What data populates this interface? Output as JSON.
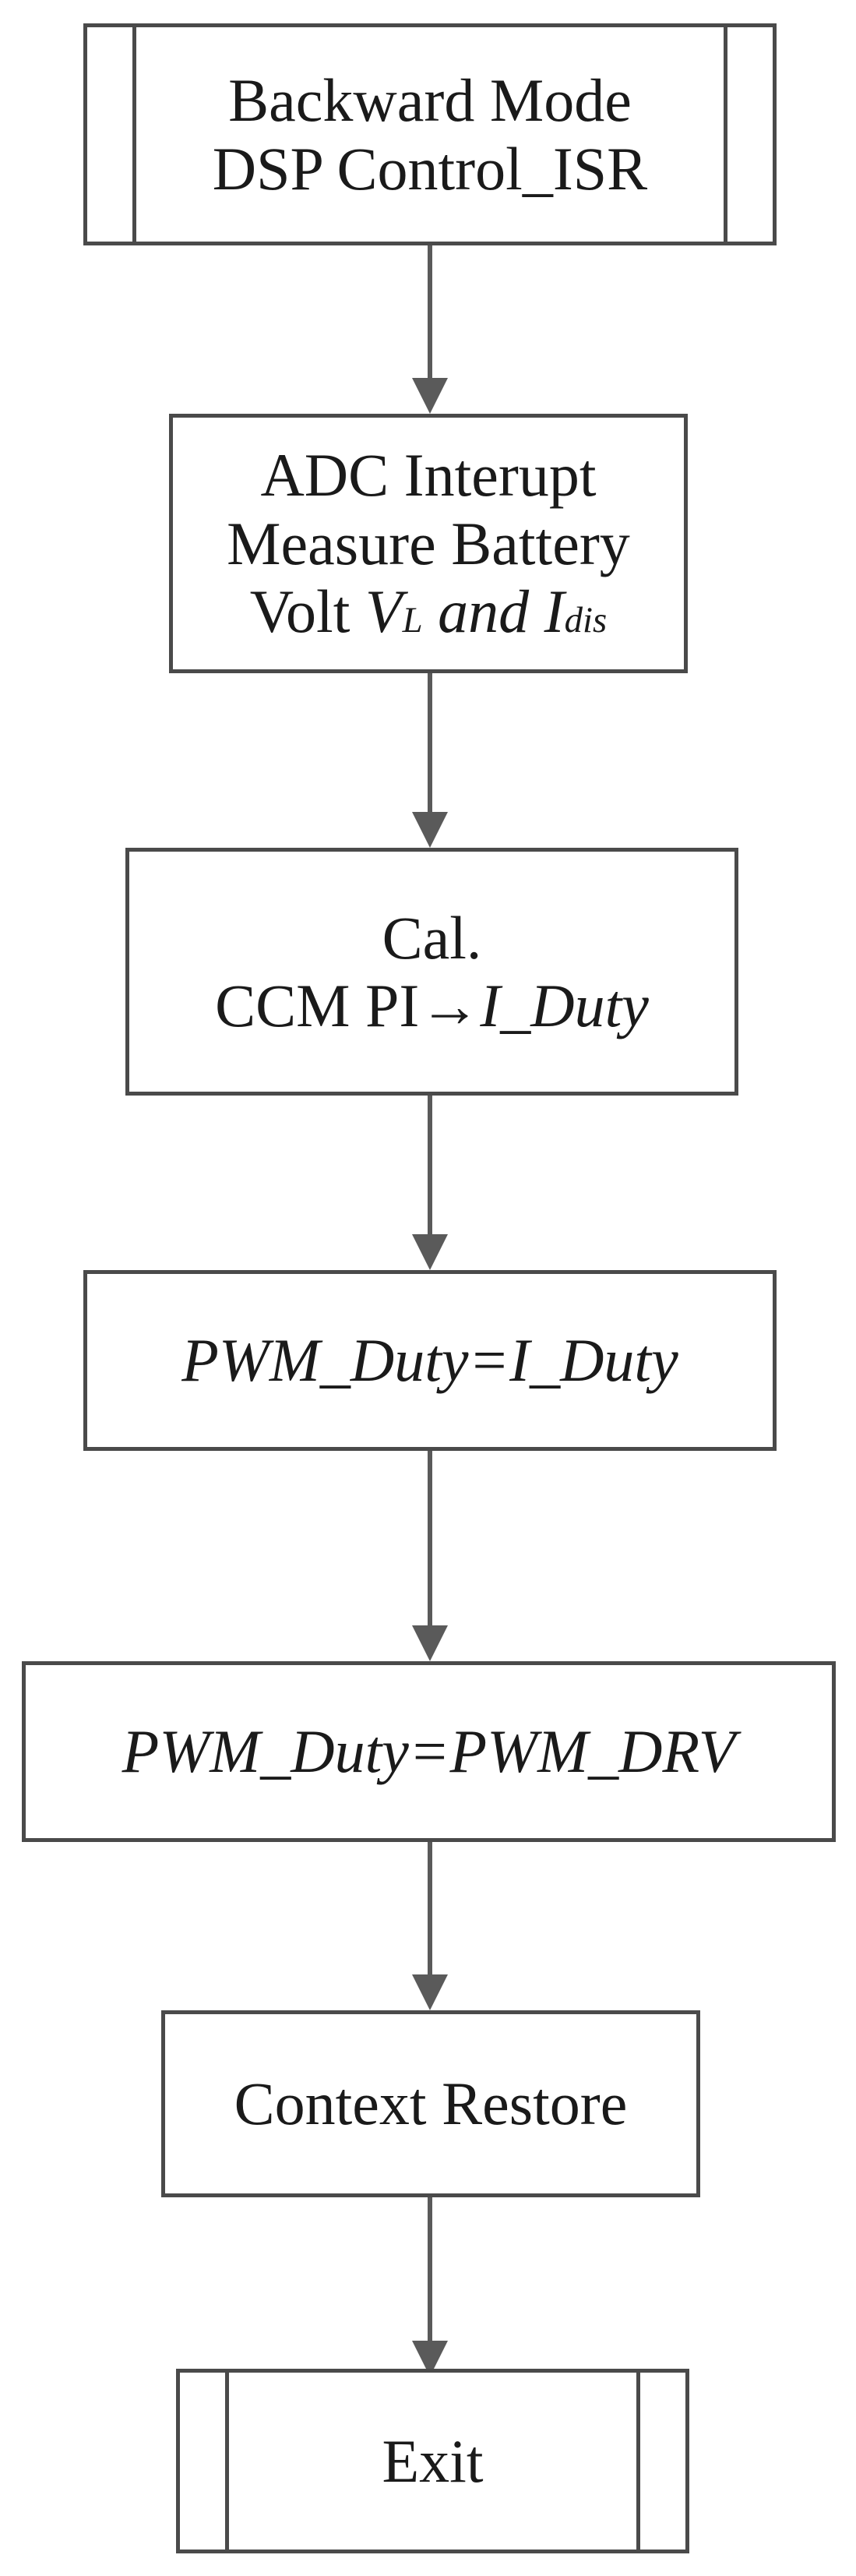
{
  "flowchart": {
    "start": {
      "line1": "Backward Mode",
      "line2": "DSP Control_ISR"
    },
    "adc": {
      "line1": "ADC Interupt",
      "line2": "Measure Battery",
      "line3_prefix": "Volt ",
      "v_main": "V",
      "v_sub": "L",
      "and_text": " and ",
      "i_main": "I",
      "i_sub": "dis"
    },
    "calc": {
      "line1": "Cal.",
      "line2_prefix": "CCM PI",
      "arrow_glyph": "→",
      "line2_suffix": "I_Duty"
    },
    "assign1": {
      "text": "PWM_Duty=I_Duty"
    },
    "assign2": {
      "text": "PWM_Duty=PWM_DRV"
    },
    "restore": {
      "text": "Context Restore"
    },
    "exit": {
      "text": "Exit"
    }
  },
  "colors": {
    "stroke": "#4a4a4a",
    "arrow": "#5a5a5a",
    "text": "#1a1a1a",
    "background": "#ffffff"
  }
}
